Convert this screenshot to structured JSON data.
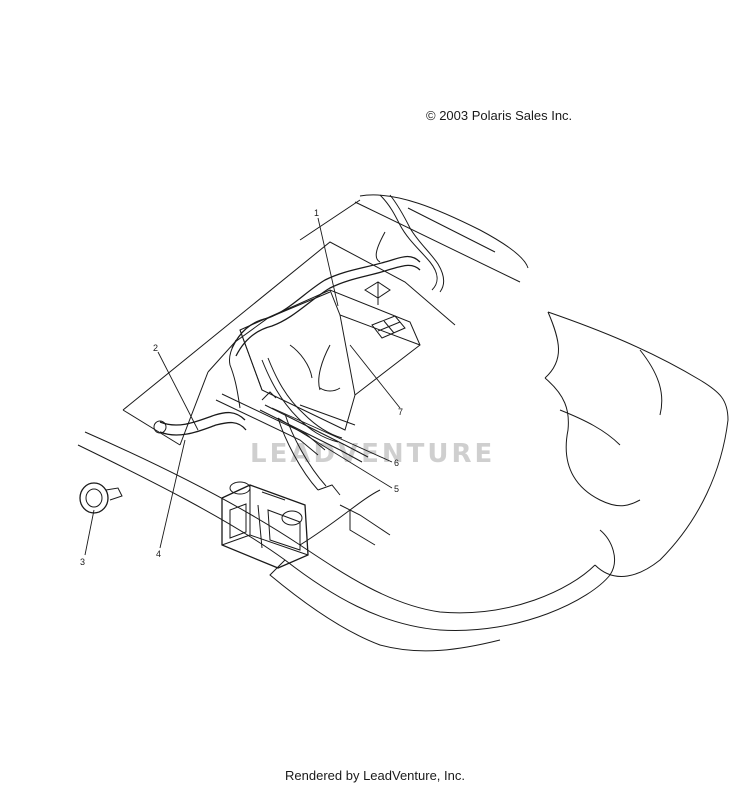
{
  "header": {
    "copyright": "© 2003 Polaris Sales Inc."
  },
  "footer": {
    "rendered_by": "Rendered by LeadVenture, Inc."
  },
  "watermark": {
    "text": "LEADVENTURE"
  },
  "callouts": [
    {
      "id": "1",
      "label": "1"
    },
    {
      "id": "2",
      "label": "2"
    },
    {
      "id": "3",
      "label": "3"
    },
    {
      "id": "4",
      "label": "4"
    },
    {
      "id": "5",
      "label": "5"
    },
    {
      "id": "6",
      "label": "6"
    },
    {
      "id": "7",
      "label": "7"
    }
  ]
}
